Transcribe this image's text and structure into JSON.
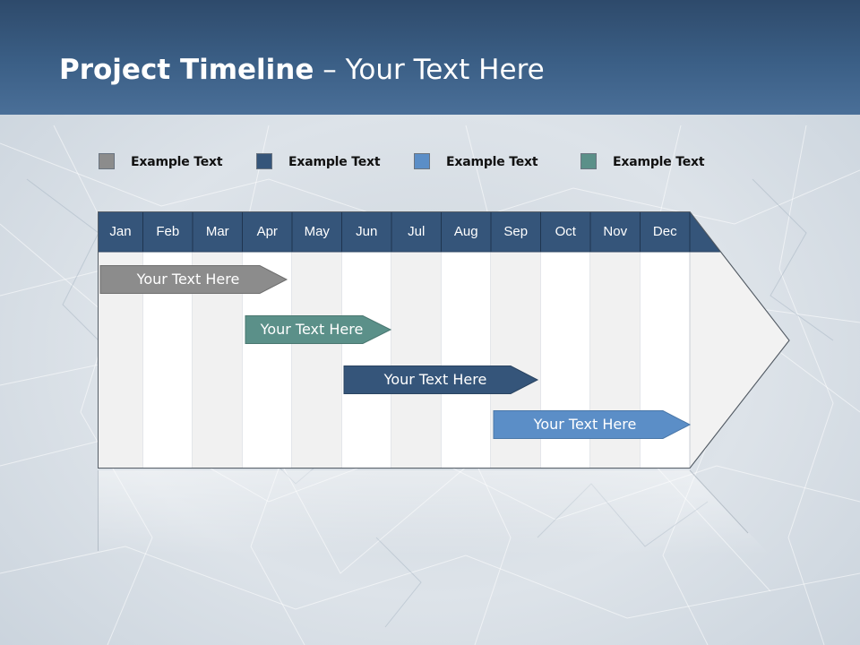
{
  "title": {
    "bold": "Project Timeline",
    "rest": " – Your Text Here"
  },
  "colors": {
    "header": "#3a5d84",
    "gray": "#8c8c8c",
    "teal": "#5b9089",
    "navy": "#35557a",
    "blue": "#5b8ec7",
    "grid_dark": "#f1f1f1",
    "grid_light": "#ffffff"
  },
  "legend": [
    {
      "label": "Example Text",
      "color": "#8c8c8c"
    },
    {
      "label": "Example Text",
      "color": "#35557a"
    },
    {
      "label": "Example Text",
      "color": "#5b8ec7"
    },
    {
      "label": "Example Text",
      "color": "#5b9089"
    }
  ],
  "months": [
    "Jan",
    "Feb",
    "Mar",
    "Apr",
    "May",
    "Jun",
    "Jul",
    "Aug",
    "Sep",
    "Oct",
    "Nov",
    "Dec"
  ],
  "tasks": [
    {
      "label": "Your  Text Here",
      "color": "#8c8c8c"
    },
    {
      "label": "Your  Text Here",
      "color": "#5b9089"
    },
    {
      "label": "Your  Text Here",
      "color": "#35557a"
    },
    {
      "label": "Your  Text Here",
      "color": "#5b8ec7"
    }
  ]
}
